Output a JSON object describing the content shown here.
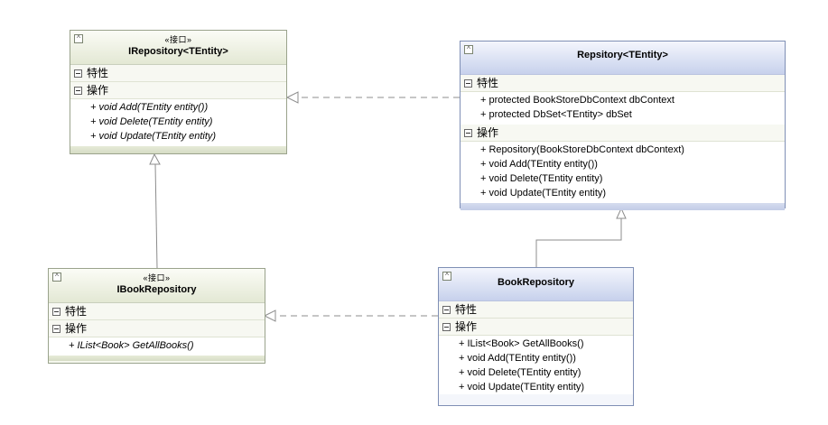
{
  "diagram": {
    "classes": [
      {
        "id": "irepository",
        "kind": "interface",
        "stereotype": "«接口»",
        "name": "IRepository<TEntity>",
        "sections": [
          {
            "label": "特性",
            "items": []
          },
          {
            "label": "操作",
            "items": [
              "+ void Add(TEntity entity())",
              "+ void Delete(TEntity entity)",
              "+ void Update(TEntity entity)"
            ]
          }
        ]
      },
      {
        "id": "repsitory",
        "kind": "class",
        "stereotype": "",
        "name": "Repsitory<TEntity>",
        "sections": [
          {
            "label": "特性",
            "items": [
              "+ protected BookStoreDbContext dbContext",
              "+ protected DbSet<TEntity> dbSet"
            ]
          },
          {
            "label": "操作",
            "items": [
              "+ Repository(BookStoreDbContext dbContext)",
              "+ void Add(TEntity entity())",
              "+ void Delete(TEntity entity)",
              "+ void Update(TEntity entity)"
            ]
          }
        ]
      },
      {
        "id": "ibookrepository",
        "kind": "interface",
        "stereotype": "«接口»",
        "name": "IBookRepository",
        "sections": [
          {
            "label": "特性",
            "items": []
          },
          {
            "label": "操作",
            "items": [
              "+ IList<Book> GetAllBooks()"
            ]
          }
        ]
      },
      {
        "id": "bookrepository",
        "kind": "class",
        "stereotype": "",
        "name": "BookRepository",
        "sections": [
          {
            "label": "特性",
            "items": []
          },
          {
            "label": "操作",
            "items": [
              "+ IList<Book> GetAllBooks()",
              "+ void Add(TEntity entity())",
              "+ void Delete(TEntity entity)",
              "+ void Update(TEntity entity)"
            ]
          }
        ]
      }
    ],
    "relations": [
      {
        "type": "realization",
        "from": "repsitory",
        "to": "irepository"
      },
      {
        "type": "generalization",
        "from": "ibookrepository",
        "to": "irepository"
      },
      {
        "type": "generalization",
        "from": "bookrepository",
        "to": "repsitory"
      },
      {
        "type": "realization",
        "from": "bookrepository",
        "to": "ibookrepository"
      }
    ],
    "colors": {
      "interface_border": "#9aa38c",
      "class_border": "#7f8fb5",
      "line": "#8c8c8c"
    }
  }
}
